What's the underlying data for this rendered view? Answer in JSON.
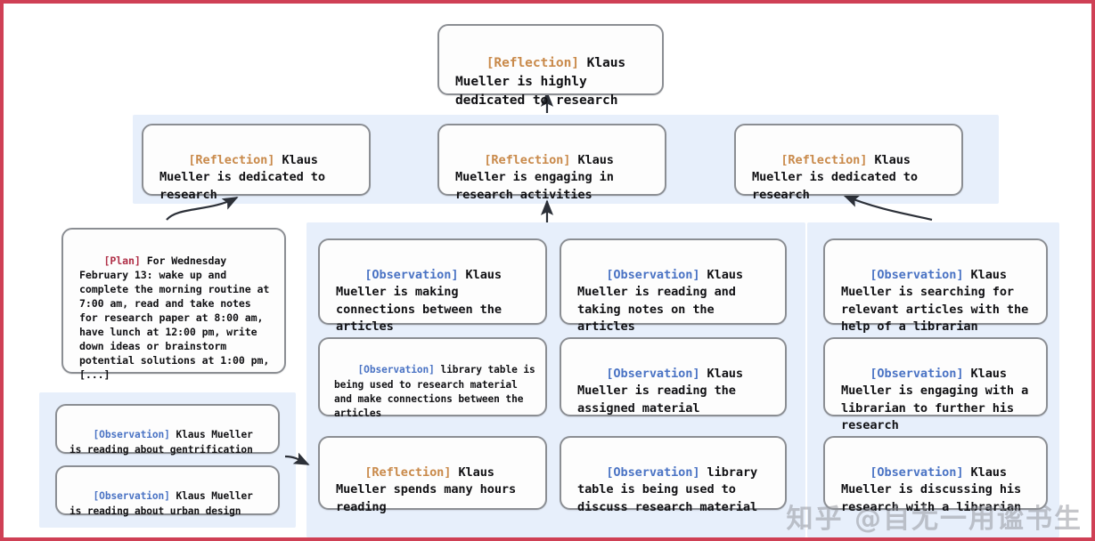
{
  "meta": {
    "border_color": "#cf4055",
    "panel_color": "#e7effb",
    "box_border_color": "#8b8e93",
    "box_fill_color": "#fdfdfd",
    "tag_colors": {
      "reflection": "#c98a4b",
      "observation": "#4a73c4",
      "plan": "#b03048"
    }
  },
  "watermark": {
    "text": "知乎 @自尢一用谧书生"
  },
  "top_reflection": {
    "tag": "[Reflection]",
    "text": " Klaus Mueller is highly dedicated to research"
  },
  "reflection_row": [
    {
      "tag": "[Reflection]",
      "text": " Klaus Mueller is dedicated to research"
    },
    {
      "tag": "[Reflection]",
      "text": " Klaus Mueller is engaging in research activities"
    },
    {
      "tag": "[Reflection]",
      "text": " Klaus Mueller is dedicated to research"
    }
  ],
  "plan_box": {
    "tag": "[Plan]",
    "text": " For Wednesday February 13: wake up and complete the morning routine at 7:00 am, read and take notes for research paper at 8:00 am, have lunch at 12:00 pm, write down ideas or brainstorm potential solutions at 1:00 pm, [...]"
  },
  "bottom_left_panel": [
    {
      "tag": "[Observation]",
      "text": " Klaus Mueller is reading about gentrification"
    },
    {
      "tag": "[Observation]",
      "text": " Klaus Mueller is reading about urban design"
    }
  ],
  "column_one": [
    {
      "tag": "[Observation]",
      "text": " Klaus Mueller is making connections between the articles"
    },
    {
      "tag": "[Observation]",
      "text": " library table is being used to research material and make connections between the articles"
    },
    {
      "tag": "[Reflection]",
      "text": " Klaus Mueller spends many hours reading"
    }
  ],
  "column_two": [
    {
      "tag": "[Observation]",
      "text": " Klaus Mueller is reading and taking notes on the articles"
    },
    {
      "tag": "[Observation]",
      "text": " Klaus Mueller is reading the assigned material"
    },
    {
      "tag": "[Observation]",
      "text": " library table is being used to discuss research material"
    }
  ],
  "column_three": [
    {
      "tag": "[Observation]",
      "text": " Klaus Mueller is searching for relevant articles with the help of a librarian"
    },
    {
      "tag": "[Observation]",
      "text": " Klaus Mueller is engaging with a librarian to further his research"
    },
    {
      "tag": "[Observation]",
      "text": " Klaus Mueller is discussing his research with a librarian"
    }
  ]
}
